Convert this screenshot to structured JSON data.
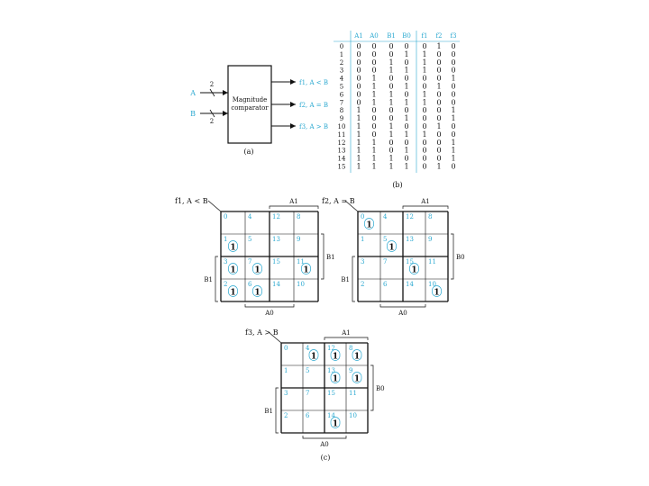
{
  "comparator": {
    "box_label_line1": "Magnitude",
    "box_label_line2": "comparator",
    "input_a": "A",
    "input_b": "B",
    "bus_width_a": "2",
    "bus_width_b": "2",
    "out_f1": "f1, A < B",
    "out_f2": "f2, A = B",
    "out_f3": "f3, A > B",
    "caption": "(a)"
  },
  "truth_table": {
    "headers": [
      "",
      "A1",
      "A0",
      "B1",
      "B0",
      "f1",
      "f2",
      "f3"
    ],
    "rows": [
      [
        "0",
        "0",
        "0",
        "0",
        "0",
        "0",
        "1",
        "0"
      ],
      [
        "1",
        "0",
        "0",
        "0",
        "1",
        "1",
        "0",
        "0"
      ],
      [
        "2",
        "0",
        "0",
        "1",
        "0",
        "1",
        "0",
        "0"
      ],
      [
        "3",
        "0",
        "0",
        "1",
        "1",
        "1",
        "0",
        "0"
      ],
      [
        "4",
        "0",
        "1",
        "0",
        "0",
        "0",
        "0",
        "1"
      ],
      [
        "5",
        "0",
        "1",
        "0",
        "1",
        "0",
        "1",
        "0"
      ],
      [
        "6",
        "0",
        "1",
        "1",
        "0",
        "1",
        "0",
        "0"
      ],
      [
        "7",
        "0",
        "1",
        "1",
        "1",
        "1",
        "0",
        "0"
      ],
      [
        "8",
        "1",
        "0",
        "0",
        "0",
        "0",
        "0",
        "1"
      ],
      [
        "9",
        "1",
        "0",
        "0",
        "1",
        "0",
        "0",
        "1"
      ],
      [
        "10",
        "1",
        "0",
        "1",
        "0",
        "0",
        "1",
        "0"
      ],
      [
        "11",
        "1",
        "0",
        "1",
        "1",
        "1",
        "0",
        "0"
      ],
      [
        "12",
        "1",
        "1",
        "0",
        "0",
        "0",
        "0",
        "1"
      ],
      [
        "13",
        "1",
        "1",
        "0",
        "1",
        "0",
        "0",
        "1"
      ],
      [
        "14",
        "1",
        "1",
        "1",
        "0",
        "0",
        "0",
        "1"
      ],
      [
        "15",
        "1",
        "1",
        "1",
        "1",
        "0",
        "1",
        "0"
      ]
    ],
    "caption": "(b)"
  },
  "kmaps": [
    {
      "title": "f1, A < B",
      "top_label": "A1",
      "right_label": "B1",
      "left_label": "B1",
      "bottom_label": "A0",
      "cells": [
        [
          "0",
          "4",
          "12",
          "8"
        ],
        [
          "1",
          "5",
          "13",
          "9"
        ],
        [
          "3",
          "7",
          "15",
          "11"
        ],
        [
          "2",
          "6",
          "14",
          "10"
        ]
      ],
      "ones": [
        [
          1,
          0
        ],
        [
          2,
          0
        ],
        [
          2,
          1
        ],
        [
          2,
          3
        ],
        [
          3,
          0
        ],
        [
          3,
          1
        ]
      ]
    },
    {
      "title": "f2, A = B",
      "top_label": "A1",
      "right_label": "B0",
      "left_label": "B1",
      "bottom_label": "A0",
      "cells": [
        [
          "0",
          "4",
          "12",
          "8"
        ],
        [
          "1",
          "5",
          "13",
          "9"
        ],
        [
          "3",
          "7",
          "15",
          "11"
        ],
        [
          "2",
          "6",
          "14",
          "10"
        ]
      ],
      "ones": [
        [
          0,
          0
        ],
        [
          1,
          1
        ],
        [
          2,
          2
        ],
        [
          3,
          3
        ]
      ]
    },
    {
      "title": "f3, A > B",
      "top_label": "A1",
      "right_label": "B0",
      "left_label": "B1",
      "bottom_label": "A0",
      "cells": [
        [
          "0",
          "4",
          "12",
          "8"
        ],
        [
          "1",
          "5",
          "13",
          "9"
        ],
        [
          "3",
          "7",
          "15",
          "11"
        ],
        [
          "2",
          "6",
          "14",
          "10"
        ]
      ],
      "ones": [
        [
          0,
          1
        ],
        [
          0,
          2
        ],
        [
          0,
          3
        ],
        [
          1,
          2
        ],
        [
          1,
          3
        ],
        [
          3,
          2
        ]
      ]
    }
  ],
  "figure_caption": "(c)"
}
